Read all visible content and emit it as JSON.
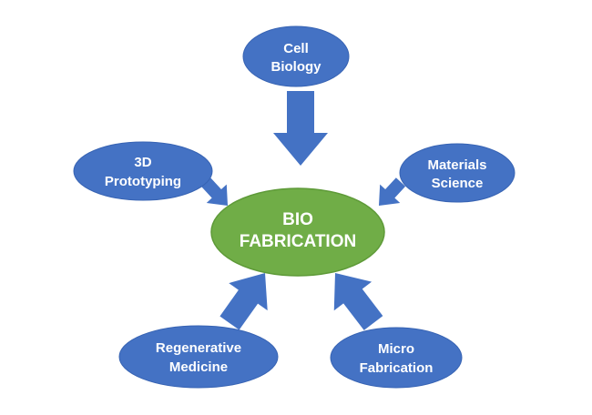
{
  "colors": {
    "node": "#4472C4",
    "center": "#70AD47",
    "arrow": "#4472C4",
    "text": "#FFFFFF"
  },
  "center": {
    "line1": "BIO",
    "line2": "FABRICATION"
  },
  "nodes": [
    {
      "id": "cell-biology",
      "line1": "Cell",
      "line2": "Biology"
    },
    {
      "id": "3d-prototyping",
      "line1": "3D",
      "line2": "Prototyping"
    },
    {
      "id": "materials-science",
      "line1": "Materials",
      "line2": "Science"
    },
    {
      "id": "regenerative-medicine",
      "line1": "Regenerative",
      "line2": "Medicine"
    },
    {
      "id": "micro-fabrication",
      "line1": "Micro",
      "line2": "Fabrication"
    }
  ]
}
